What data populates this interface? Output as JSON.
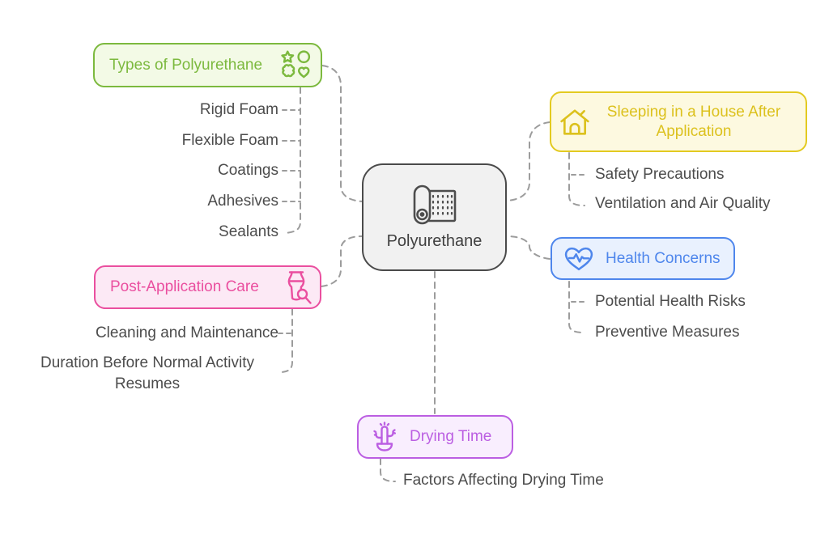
{
  "diagram_type": "mind-map",
  "center": {
    "label": "Polyurethane",
    "icon": "fabric-roll-icon"
  },
  "branches": {
    "types": {
      "label": "Types of Polyurethane",
      "icon": "shapes-icon",
      "color": "#7cb93e",
      "bg": "#f3fae6",
      "children": [
        "Rigid Foam",
        "Flexible Foam",
        "Coatings",
        "Adhesives",
        "Sealants"
      ]
    },
    "post_care": {
      "label": "Post-Application Care",
      "icon": "vase-magnifier-icon",
      "color": "#ea4f9f",
      "bg": "#fce9f5",
      "children": [
        "Cleaning and Maintenance",
        "Duration Before Normal Activity Resumes"
      ]
    },
    "sleeping": {
      "label": "Sleeping in a House After Application",
      "icon": "house-icon",
      "color": "#e3ca20",
      "bg": "#fdf9e0",
      "children": [
        "Safety Precautions",
        "Ventilation and Air Quality"
      ]
    },
    "health": {
      "label": "Health Concerns",
      "icon": "heart-pulse-icon",
      "color": "#4e86ec",
      "bg": "#e9f1fe",
      "children": [
        "Potential Health Risks",
        "Preventive Measures"
      ]
    },
    "drying": {
      "label": "Drying Time",
      "icon": "cactus-icon",
      "color": "#bb5ee2",
      "bg": "#f9eefe",
      "children": [
        "Factors Affecting Drying Time"
      ]
    }
  },
  "palette": {
    "center_border": "#4a4a4a",
    "center_bg": "#f1f1f1",
    "subtopic_text": "#4c4c4c",
    "connector": "#9c9c9c"
  }
}
